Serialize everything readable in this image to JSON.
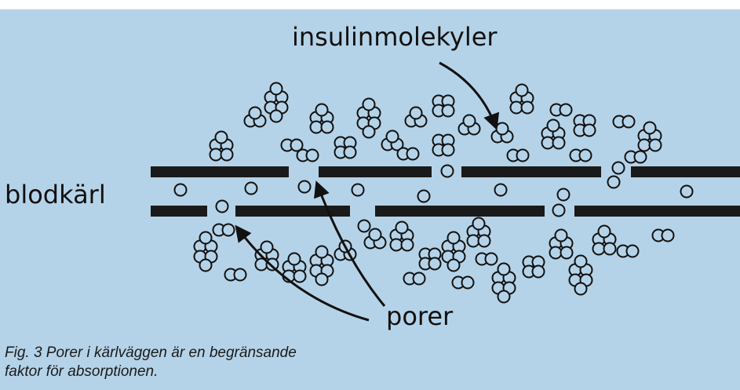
{
  "figure": {
    "labels": {
      "molecules": "insulinmolekyler",
      "vessel": "blodkärl",
      "pores": "porer"
    },
    "caption_line1": "Fig. 3 Porer i kärlväggen är en begränsande",
    "caption_line2": "faktor för absorptionen."
  },
  "colors": {
    "panel_background": "#b5d3e8",
    "top_strip": "#ffffff",
    "wall": "#1a1a1a",
    "molecule_outline": "#111111",
    "text": "#111111"
  }
}
